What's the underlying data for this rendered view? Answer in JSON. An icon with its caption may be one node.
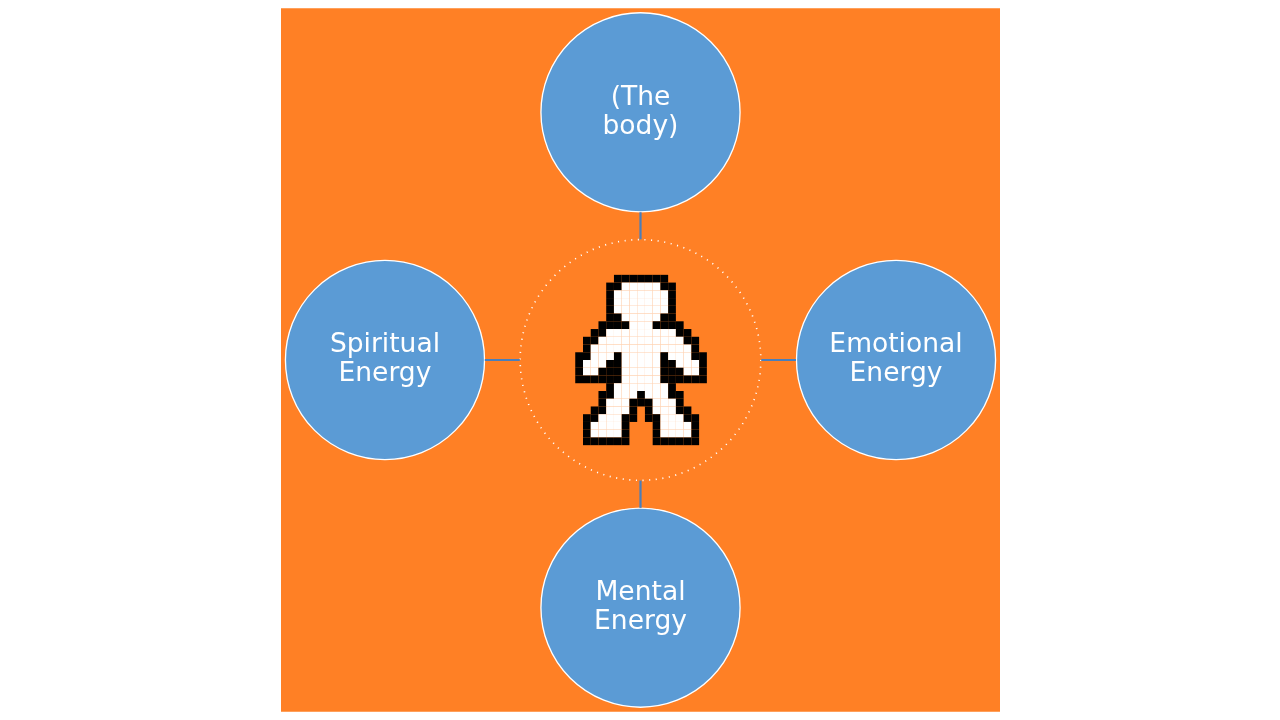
{
  "diagram": {
    "nodes": [
      {
        "text": [
          "(The body)"
        ]
      },
      {
        "text": [
          "Spiritual Energy"
        ]
      },
      {
        "text": [],
        "shape": "person"
      },
      {
        "text": [
          "Emotional Energy"
        ]
      },
      {
        "text": [
          "Mental Energy"
        ]
      }
    ],
    "edges": [
      {
        "from": 0,
        "to": 2,
        "arrow": "none"
      },
      {
        "from": 1,
        "to": 2,
        "arrow": "none"
      },
      {
        "from": 2,
        "to": 3,
        "arrow": "none"
      },
      {
        "from": 2,
        "to": 4,
        "arrow": "none"
      }
    ]
  }
}
